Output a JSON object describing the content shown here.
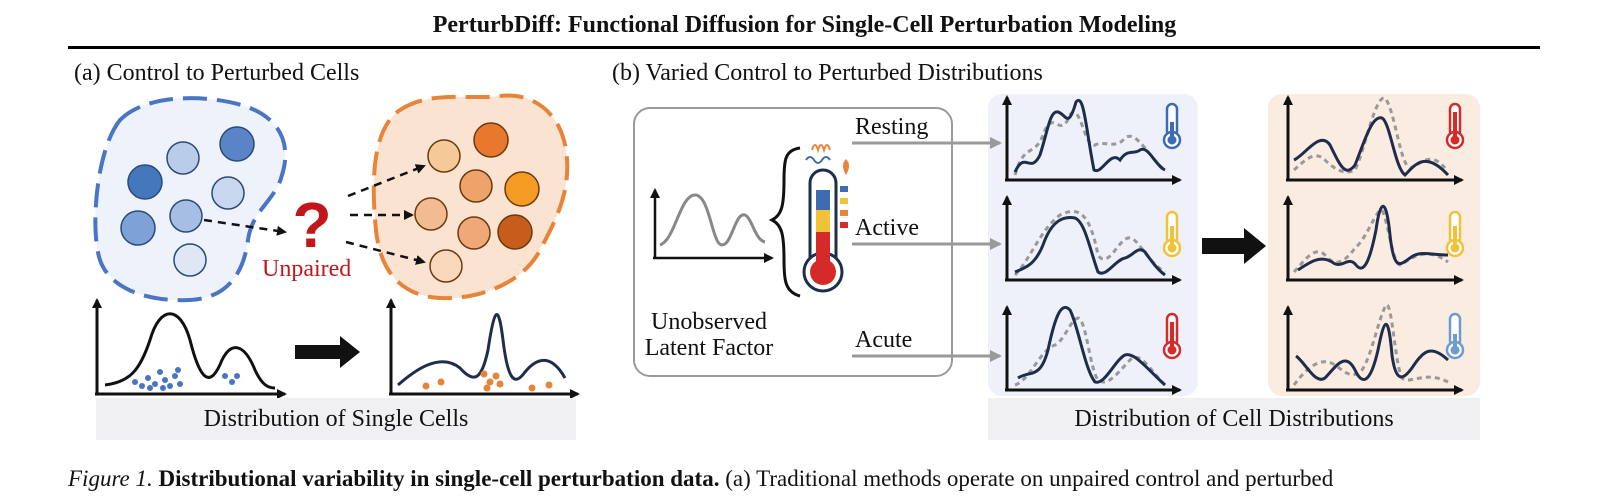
{
  "header": {
    "title": "PerturbDiff: Functional Diffusion for Single-Cell Perturbation Modeling"
  },
  "panel_a": {
    "label": "(a) Control to Perturbed Cells",
    "unpaired_label": "Unpaired",
    "footer": "Distribution of Single Cells"
  },
  "panel_b": {
    "label": "(b) Varied Control to Perturbed Distributions",
    "latent_label_line1": "Unobserved",
    "latent_label_line2": "Latent Factor",
    "states": [
      "Resting",
      "Active",
      "Acute"
    ],
    "footer": "Distribution of Cell Distributions"
  },
  "caption": {
    "figure_label": "Figure 1.",
    "title": "Distributional variability in single-cell perturbation data.",
    "text": "(a) Traditional methods operate on unpaired control and perturbed"
  },
  "colors": {
    "blue_accent": "#4472c4",
    "orange_accent": "#e8843a",
    "navy_curve": "#1f2d4d",
    "question_red": "#c0161c",
    "thermo_cold": "#3d6cb3",
    "thermo_mid": "#f0c239",
    "thermo_hot": "#d42a2a"
  }
}
